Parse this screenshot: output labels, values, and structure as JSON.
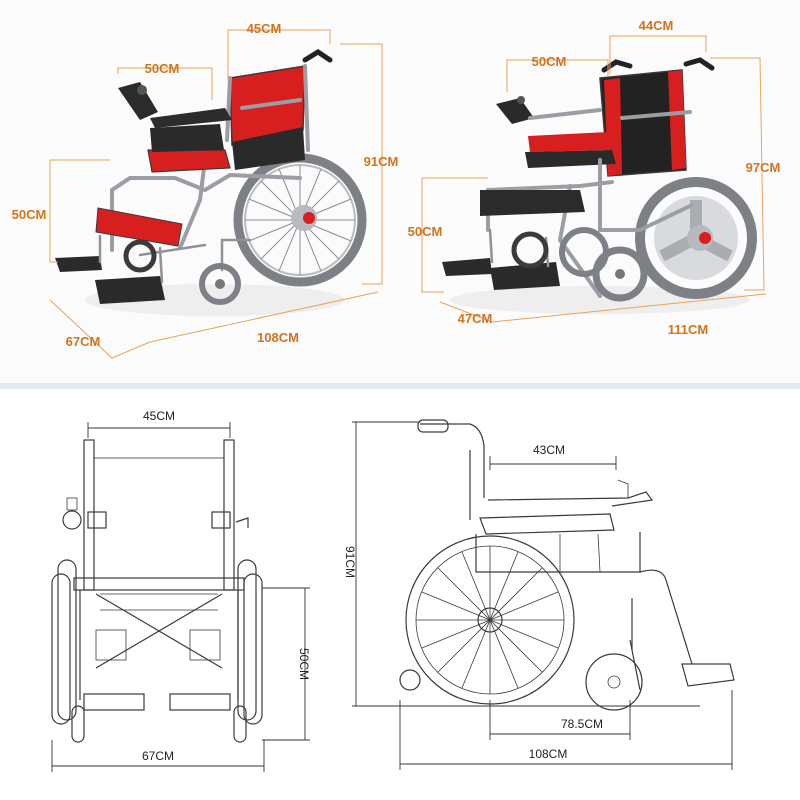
{
  "views": {
    "red_left": {
      "width_top": "45CM",
      "armrest_depth": "50CM",
      "total_height": "91CM",
      "seat_height": "50CM",
      "overall_width": "67CM",
      "overall_length": "108CM"
    },
    "red_right": {
      "width_top": "44CM",
      "armrest_depth": "50CM",
      "total_height": "97CM",
      "seat_height": "50CM",
      "overall_width": "47CM",
      "overall_length": "111CM"
    },
    "front_drawing": {
      "width_top": "45CM",
      "seat_height": "50CM",
      "overall_width": "67CM"
    },
    "side_drawing": {
      "seat_depth": "43CM",
      "total_height": "91CM",
      "wheelbase": "78.5CM",
      "overall_length": "108CM"
    }
  },
  "colors": {
    "dimension_orange": "#d4741a",
    "seat_red": "#d81f1f",
    "frame_grey": "#9a9ea4",
    "drawing_ink": "#333333"
  }
}
